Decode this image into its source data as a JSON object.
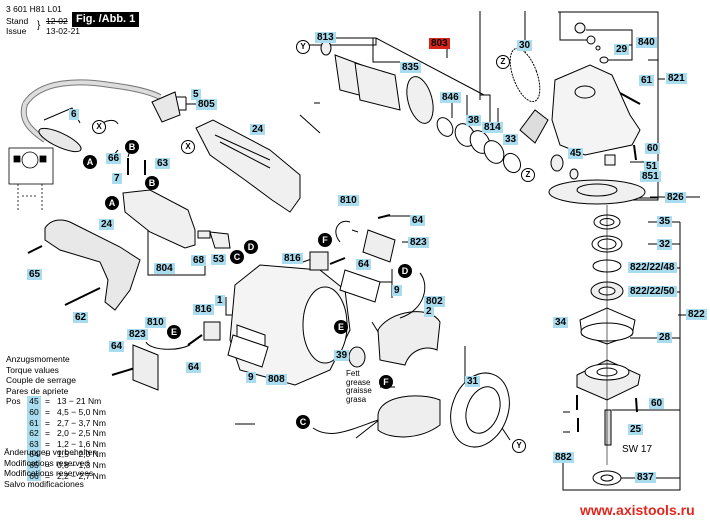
{
  "header": {
    "doc_number": "3 601 H81 L01",
    "stand_label": "Stand",
    "issue_label": "Issue",
    "old_date": "12-02",
    "issue_date": "13-02-21",
    "figure_label": "Fig. /Abb. 1"
  },
  "colors": {
    "label_highlight": "#a9dcef",
    "assembly_red": "#d8251c",
    "watermark_red": "#e1261c"
  },
  "part_labels": [
    {
      "id": "813"
    },
    {
      "id": "803",
      "highlight": "red"
    },
    {
      "id": "835"
    },
    {
      "id": "30"
    },
    {
      "id": "840"
    },
    {
      "id": "29"
    },
    {
      "id": "61"
    },
    {
      "id": "821"
    },
    {
      "id": "5"
    },
    {
      "id": "805"
    },
    {
      "id": "6"
    },
    {
      "id": "24"
    },
    {
      "id": "846"
    },
    {
      "id": "38"
    },
    {
      "id": "814"
    },
    {
      "id": "33"
    },
    {
      "id": "60"
    },
    {
      "id": "45"
    },
    {
      "id": "51"
    },
    {
      "id": "851"
    },
    {
      "id": "826"
    },
    {
      "id": "66"
    },
    {
      "id": "63"
    },
    {
      "id": "7"
    },
    {
      "id": "810"
    },
    {
      "id": "64"
    },
    {
      "id": "823"
    },
    {
      "id": "35"
    },
    {
      "id": "32"
    },
    {
      "id": "822/22/48"
    },
    {
      "id": "822/22/50"
    },
    {
      "id": "822"
    },
    {
      "id": "24"
    },
    {
      "id": "65"
    },
    {
      "id": "804"
    },
    {
      "id": "68"
    },
    {
      "id": "53"
    },
    {
      "id": "816"
    },
    {
      "id": "64"
    },
    {
      "id": "9"
    },
    {
      "id": "802"
    },
    {
      "id": "2"
    },
    {
      "id": "62"
    },
    {
      "id": "1"
    },
    {
      "id": "816"
    },
    {
      "id": "810"
    },
    {
      "id": "823"
    },
    {
      "id": "64"
    },
    {
      "id": "64"
    },
    {
      "id": "39"
    },
    {
      "id": "9"
    },
    {
      "id": "808"
    },
    {
      "id": "34"
    },
    {
      "id": "28"
    },
    {
      "id": "31"
    },
    {
      "id": "60"
    },
    {
      "id": "25"
    },
    {
      "id": "882"
    },
    {
      "id": "837"
    }
  ],
  "connectors": [
    "A",
    "B",
    "C",
    "D",
    "E",
    "F"
  ],
  "ref_marks": [
    "X",
    "Y",
    "Z"
  ],
  "annotations": {
    "grease": [
      "Fett",
      "grease",
      "graisse",
      "grasa"
    ],
    "wrench_size": "SW 17"
  },
  "torque": {
    "title_lines": [
      "Anzugsmomente",
      "Torque values",
      "Couple de serrage",
      "Pares de apriete"
    ],
    "pos_label": "Pos",
    "rows": [
      {
        "pos": "45",
        "value": "13 − 21 Nm"
      },
      {
        "pos": "60",
        "value": "4,5 − 5,0 Nm"
      },
      {
        "pos": "61",
        "value": "2,7 − 3,7 Nm"
      },
      {
        "pos": "62",
        "value": "2,0 − 2,5 Nm"
      },
      {
        "pos": "63",
        "value": "1,2 − 1,6 Nm"
      },
      {
        "pos": "64",
        "value": "1,5 − 2,0 Nm"
      },
      {
        "pos": "65",
        "value": "0,8 − 1,3 Nm"
      },
      {
        "pos": "66",
        "value": "2,2 − 2,7 Nm"
      }
    ]
  },
  "notes": [
    "Änderungen vorbehalten",
    "Modifications reserved",
    "Modifications reservees",
    "Salvo modificaciones"
  ],
  "watermark": "www.axistools.ru"
}
